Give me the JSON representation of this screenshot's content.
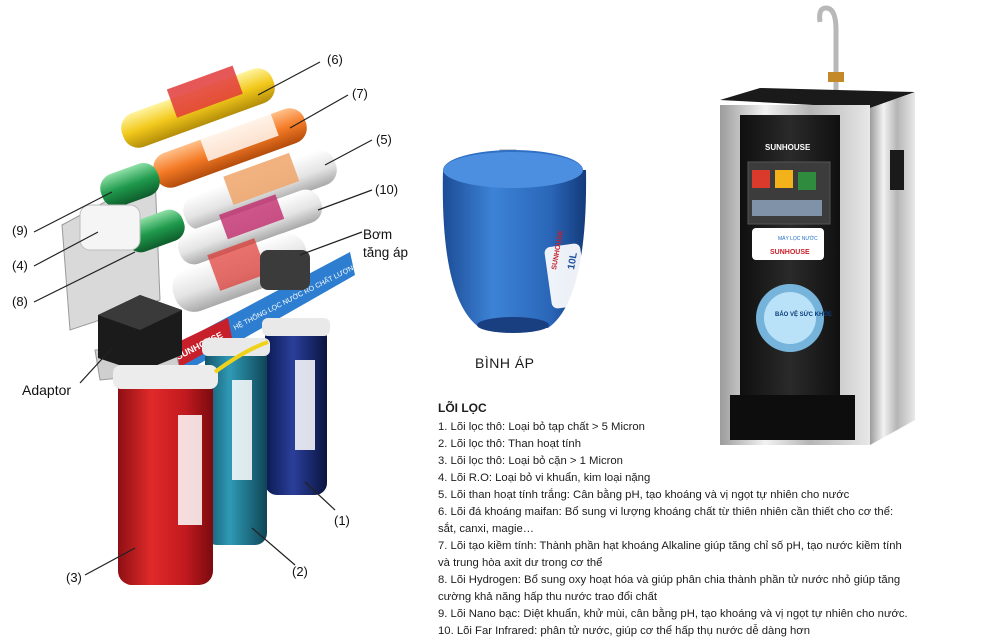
{
  "callouts": {
    "c6": "(6)",
    "c7": "(7)",
    "c5": "(5)",
    "c10": "(10)",
    "c9": "(9)",
    "c4": "(4)",
    "c8": "(8)",
    "pump": "Bơm tăng áp",
    "adaptor": "Adaptor",
    "c1": "(1)",
    "c2": "(2)",
    "c3": "(3)"
  },
  "tank": {
    "caption": "BÌNH ÁP",
    "brand": "SUNHOUSE",
    "volume": "10L"
  },
  "purifier": {
    "brand": "SUNHOUSE",
    "badge_brand": "SUNHOUSE",
    "badge_text": "MÁY LỌC NƯỚC",
    "bubble_text": "BẢO VỆ SỨC KHỎE"
  },
  "bracket": {
    "brand": "SUNHOUSE",
    "banner": "HỆ THỐNG LỌC NƯỚC RO CHẤT LƯỢNG CAO"
  },
  "legend": {
    "title": "LÕI LỌC",
    "items": [
      "1. Lõi lọc thô: Loại bỏ tạp chất > 5 Micron",
      "2. Lõi lọc thô: Than hoạt tính",
      "3. Lõi lọc thô: Loại bỏ cặn > 1 Micron",
      "4. Lõi R.O: Loại bỏ vi khuẩn, kim loại nặng",
      "5. Lõi than hoạt tính trắng: Cân bằng pH, tạo khoáng và vị ngọt tự nhiên cho nước",
      "6. Lõi đá khoáng maifan: Bổ sung vi lượng khoáng chất từ thiên nhiên cần thiết cho cơ thể: sắt, canxi, magie…",
      "7. Lõi tạo kiềm tính: Thành phần hạt khoáng Alkaline giúp tăng chỉ số pH, tạo nước kiềm tính và trung hòa axit dư trong cơ thể",
      "8. Lõi Hydrogen: Bổ sung oxy hoạt hóa và giúp phân chia thành phần tử nước nhỏ giúp tăng cường khả năng hấp thu nước trao đổi chất",
      "9. Lõi Nano bạc: Diệt khuẩn, khử mùi, cân bằng pH, tạo khoáng và vị ngọt tự nhiên cho nước.",
      "10. Lõi Far Infrared: phân tử nước, giúp cơ thể hấp thụ nước dễ dàng hơn"
    ]
  }
}
